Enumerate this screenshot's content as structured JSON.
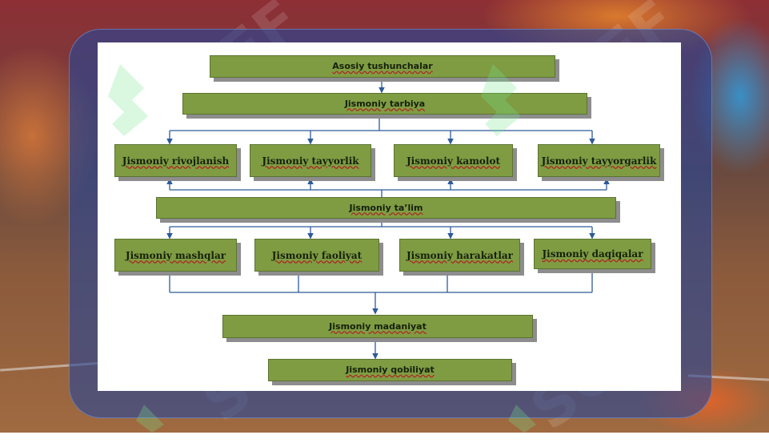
{
  "watermark": "SOFF",
  "diagram": {
    "root": "Asosiy tushunchalar",
    "level1": "Jismoniy tarbiya",
    "row1": [
      "Jismoniy rivojlanish",
      "Jismoniy tayyorlik",
      "Jismoniy kamolot",
      "Jismoniy tayyorgarlik"
    ],
    "level2": "Jismoniy ta’lim",
    "row2": [
      "Jismoniy mashqlar",
      "Jismoniy faoliyat",
      "Jismoniy harakatlar",
      "Jismoniy daqiqalar"
    ],
    "level3": "Jismoniy madaniyat",
    "level4": "Jismoniy qobiliyat"
  },
  "colors": {
    "box_fill": "#7f9c43",
    "box_shadow": "#8d8d8d",
    "connector": "#2e5a9a",
    "panel": "#26469a"
  }
}
